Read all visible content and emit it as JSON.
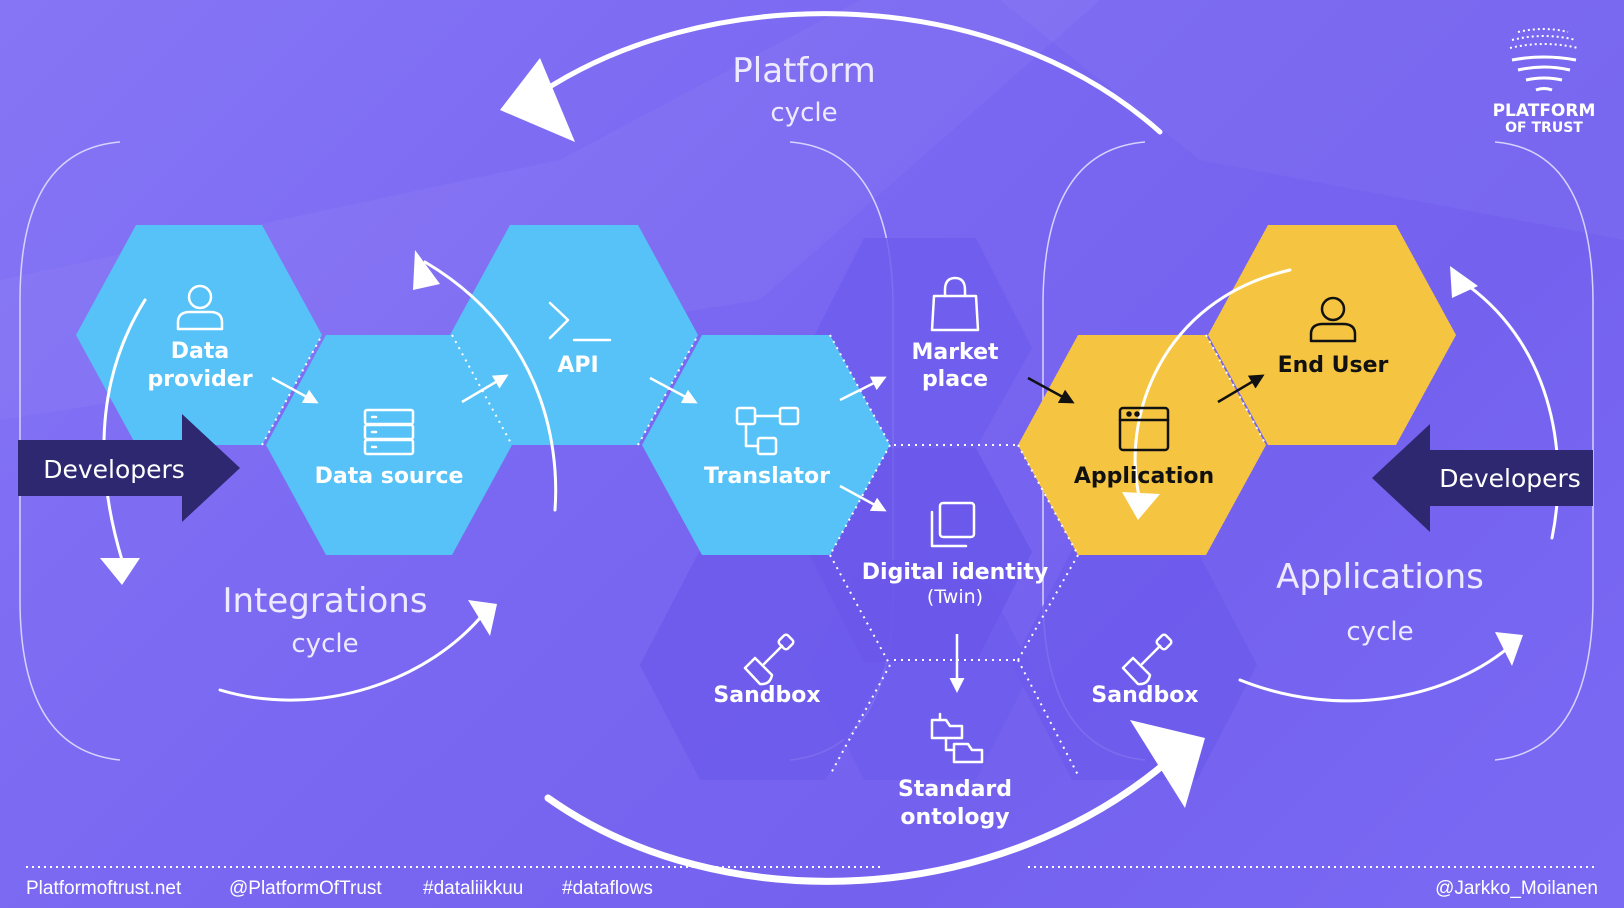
{
  "cycles": {
    "platform": {
      "title": "Platform",
      "subtitle": "cycle"
    },
    "integrations": {
      "title": "Integrations",
      "subtitle": "cycle"
    },
    "applications": {
      "title": "Applications",
      "subtitle": "cycle"
    }
  },
  "developers": {
    "left": "Developers",
    "right": "Developers"
  },
  "hexes": {
    "data_provider": {
      "line1": "Data",
      "line2": "provider",
      "icon": "person-icon"
    },
    "data_source": {
      "label": "Data source",
      "icon": "server-icon"
    },
    "api": {
      "label": "API",
      "icon": "terminal-icon"
    },
    "translator": {
      "label": "Translator",
      "icon": "flow-nodes-icon"
    },
    "market_place": {
      "line1": "Market",
      "line2": "place",
      "icon": "shopping-bag-icon"
    },
    "digital_identity": {
      "line1": "Digital identity",
      "line2": "(Twin)",
      "icon": "stacked-copies-icon"
    },
    "standard_ontology": {
      "line1": "Standard",
      "line2": "ontology",
      "icon": "folder-tree-icon"
    },
    "sandbox_left": {
      "label": "Sandbox",
      "icon": "shovel-icon"
    },
    "sandbox_right": {
      "label": "Sandbox",
      "icon": "shovel-icon"
    },
    "application": {
      "label": "Application",
      "icon": "browser-window-icon"
    },
    "end_user": {
      "label": "End User",
      "icon": "person-icon"
    }
  },
  "logo": {
    "line1": "PLATFORM",
    "line2": "OF TRUST"
  },
  "footer": {
    "site": "Platformoftrust.net",
    "handle": "@PlatformOfTrust",
    "tag1": "#dataliikkuu",
    "tag2": "#dataflows",
    "author": "@Jarkko_Moilanen"
  },
  "colors": {
    "background": "#7a68f2",
    "integration_hex": "#56c2f7",
    "application_hex": "#f5c542",
    "platform_hex": "#6e5ded",
    "developer_arrow": "#2e2870"
  }
}
